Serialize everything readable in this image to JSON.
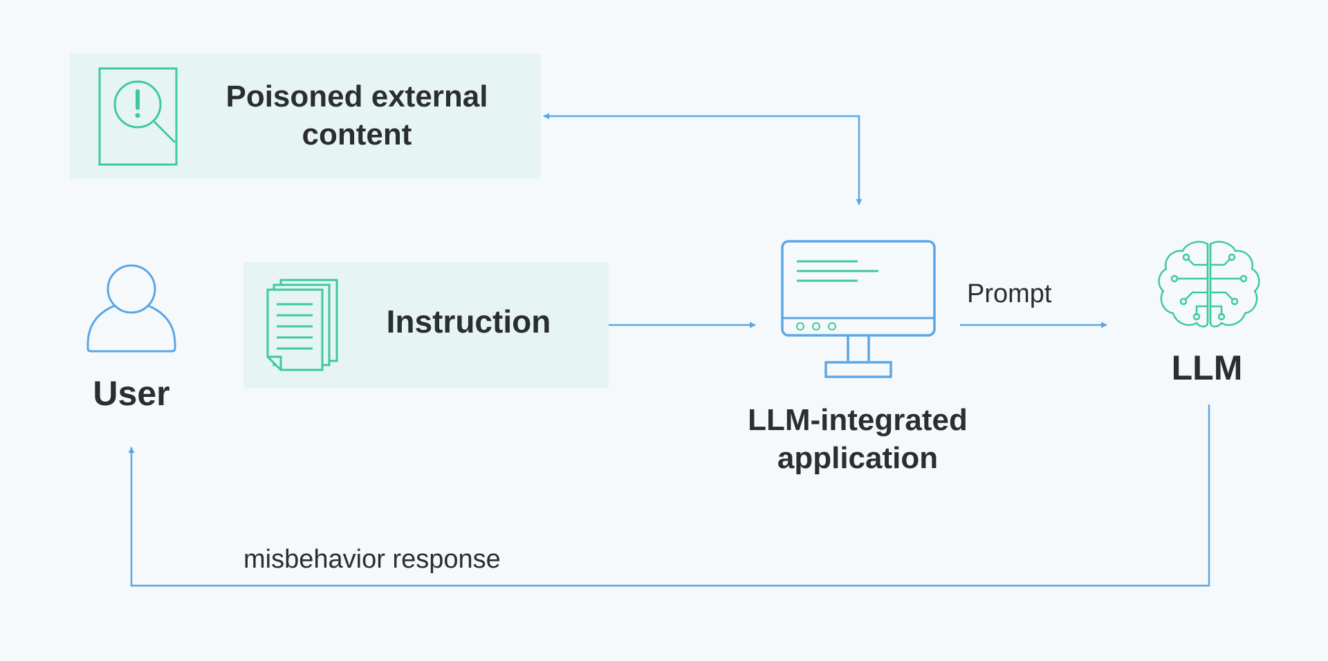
{
  "nodes": {
    "poisoned": {
      "label": "Poisoned external content"
    },
    "instruction": {
      "label": "Instruction"
    },
    "user": {
      "label": "User"
    },
    "app": {
      "label": "LLM-integrated application"
    },
    "llm": {
      "label": "LLM"
    }
  },
  "edges": {
    "prompt": {
      "label": "Prompt"
    },
    "misbehavior": {
      "label": "misbehavior response"
    }
  },
  "icons": {
    "poisoned": "document-warning-icon",
    "instruction": "documents-stack-icon",
    "user": "user-icon",
    "app": "monitor-icon",
    "llm": "brain-circuit-icon"
  },
  "colors": {
    "background": "#f5f9fc",
    "box_fill": "#e6f5f4",
    "accent_green": "#3ec99b",
    "arrow_blue": "#5aa6e6",
    "text": "#2b2d30"
  }
}
